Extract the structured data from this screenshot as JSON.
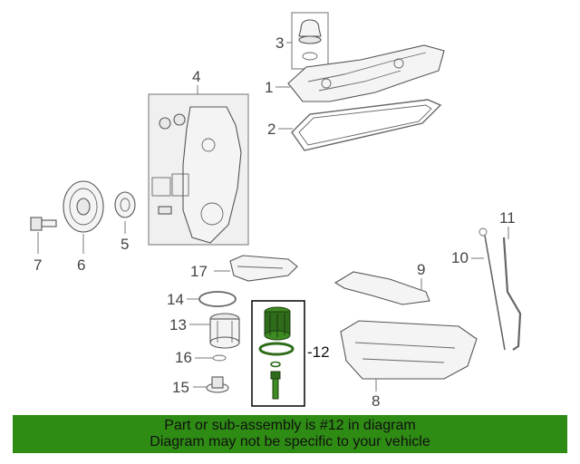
{
  "diagram": {
    "callouts": [
      {
        "id": "1",
        "text": "1"
      },
      {
        "id": "2",
        "text": "2"
      },
      {
        "id": "3",
        "text": "3"
      },
      {
        "id": "4",
        "text": "4"
      },
      {
        "id": "5",
        "text": "5"
      },
      {
        "id": "6",
        "text": "6"
      },
      {
        "id": "7",
        "text": "7"
      },
      {
        "id": "8",
        "text": "8"
      },
      {
        "id": "9",
        "text": "9"
      },
      {
        "id": "10",
        "text": "10"
      },
      {
        "id": "11",
        "text": "11"
      },
      {
        "id": "12",
        "text": "-12"
      },
      {
        "id": "13",
        "text": "13"
      },
      {
        "id": "14",
        "text": "14"
      },
      {
        "id": "15",
        "text": "15"
      },
      {
        "id": "16",
        "text": "16"
      },
      {
        "id": "17",
        "text": "17"
      }
    ],
    "highlight_color": "#2e6b1a"
  },
  "footer": {
    "line1": "Part or sub-assembly is #12 in diagram",
    "line2": "Diagram may not be specific to your vehicle",
    "background": "#2e8b14"
  }
}
